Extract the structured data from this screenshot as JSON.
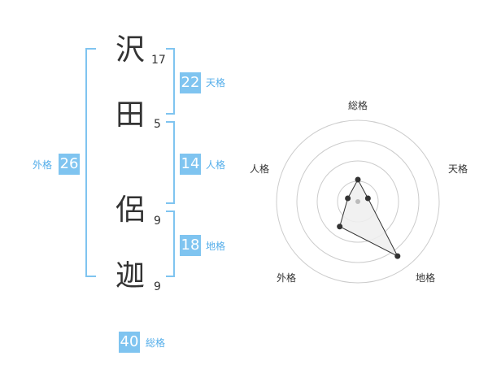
{
  "name": {
    "characters": [
      {
        "char": "沢",
        "strokes": "17"
      },
      {
        "char": "田",
        "strokes": "5"
      },
      {
        "char": "侶",
        "strokes": "9"
      },
      {
        "char": "迦",
        "strokes": "9"
      }
    ]
  },
  "fortunes": {
    "ten": {
      "value": "22",
      "label": "天格"
    },
    "jin": {
      "value": "14",
      "label": "人格"
    },
    "chi": {
      "value": "18",
      "label": "地格"
    },
    "gai": {
      "value": "26",
      "label": "外格"
    },
    "sou": {
      "value": "40",
      "label": "総格"
    }
  },
  "radar": {
    "axes": [
      "総格",
      "天格",
      "地格",
      "外格",
      "人格"
    ],
    "values": [
      0.27,
      0.13,
      0.83,
      0.38,
      0.13
    ],
    "ring_count": 4,
    "colors": {
      "ring": "#cccccc",
      "fill": "#eeeeee",
      "line": "#333333",
      "point": "#333333",
      "center": "#bbbbbb"
    }
  },
  "colors": {
    "bracket": "#7fc4f0",
    "badge": "#7fc4f0",
    "badge_label": "#55aeea"
  }
}
